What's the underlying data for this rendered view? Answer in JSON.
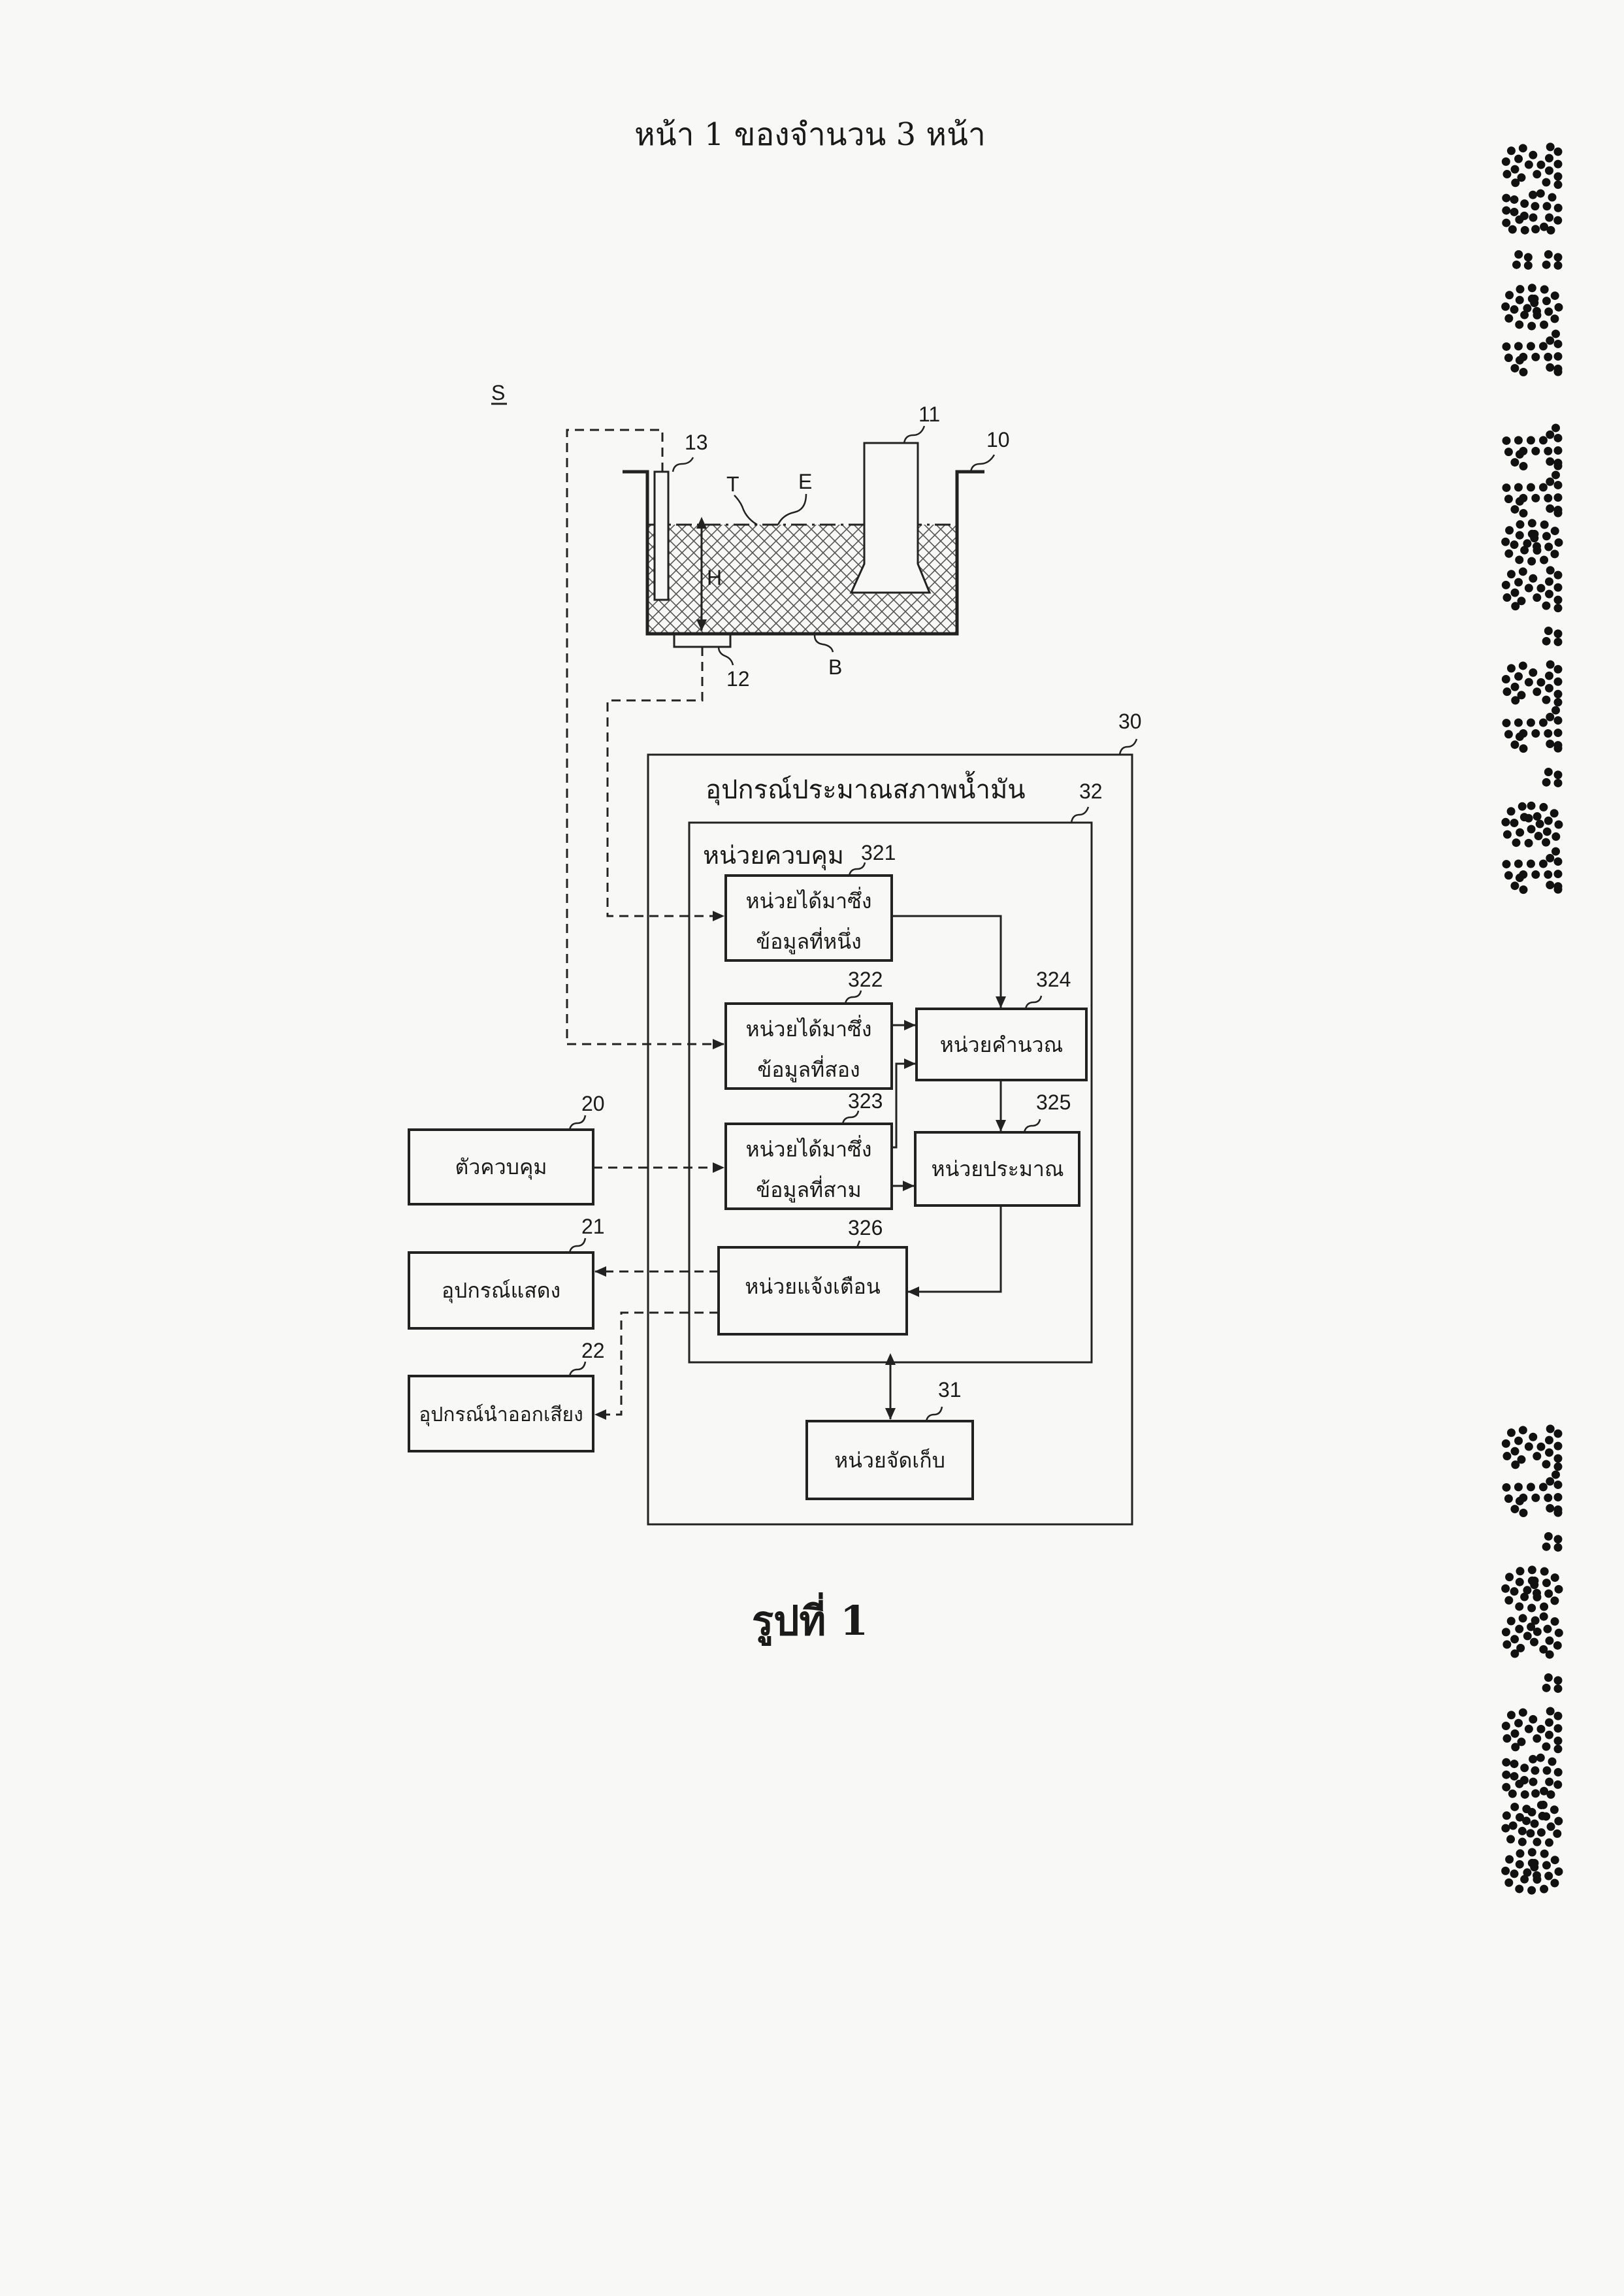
{
  "header": {
    "page_indicator": "หน้า 1 ของจำนวน 3 หน้า"
  },
  "figure": {
    "caption": "รูปที่ 1",
    "system_label": "S",
    "tank": {
      "ref_tank": "10",
      "ref_heater": "11",
      "ref_pressure_sensor": "12",
      "ref_temp_sensor": "13",
      "label_T": "T",
      "label_E": "E",
      "label_H": "H",
      "label_B": "B"
    },
    "device": {
      "ref": "30",
      "title": "อุปกรณ์ประมาณสภาพน้ำมัน",
      "control_unit": {
        "ref": "32",
        "title": "หน่วยควบคุม"
      },
      "units": [
        {
          "ref": "321",
          "lines": [
            "หน่วยได้มาซึ่ง",
            "ข้อมูลที่หนึ่ง"
          ]
        },
        {
          "ref": "322",
          "lines": [
            "หน่วยได้มาซึ่ง",
            "ข้อมูลที่สอง"
          ]
        },
        {
          "ref": "323",
          "lines": [
            "หน่วยได้มาซึ่ง",
            "ข้อมูลที่สาม"
          ]
        },
        {
          "ref": "324",
          "lines": [
            "หน่วยคำนวณ"
          ]
        },
        {
          "ref": "325",
          "lines": [
            "หน่วยประมาณ"
          ]
        },
        {
          "ref": "326",
          "lines": [
            "หน่วยแจ้งเตือน"
          ]
        }
      ],
      "storage": {
        "ref": "31",
        "label": "หน่วยจัดเก็บ"
      }
    },
    "external": [
      {
        "ref": "20",
        "label": "ตัวควบคุม"
      },
      {
        "ref": "21",
        "label": "อุปกรณ์แสดง"
      },
      {
        "ref": "22",
        "label": "อุปกรณ์นำออกเสียง"
      }
    ]
  },
  "stamps": {
    "top": "19.12.2011 10:52",
    "bottom": "0852.30.12"
  }
}
